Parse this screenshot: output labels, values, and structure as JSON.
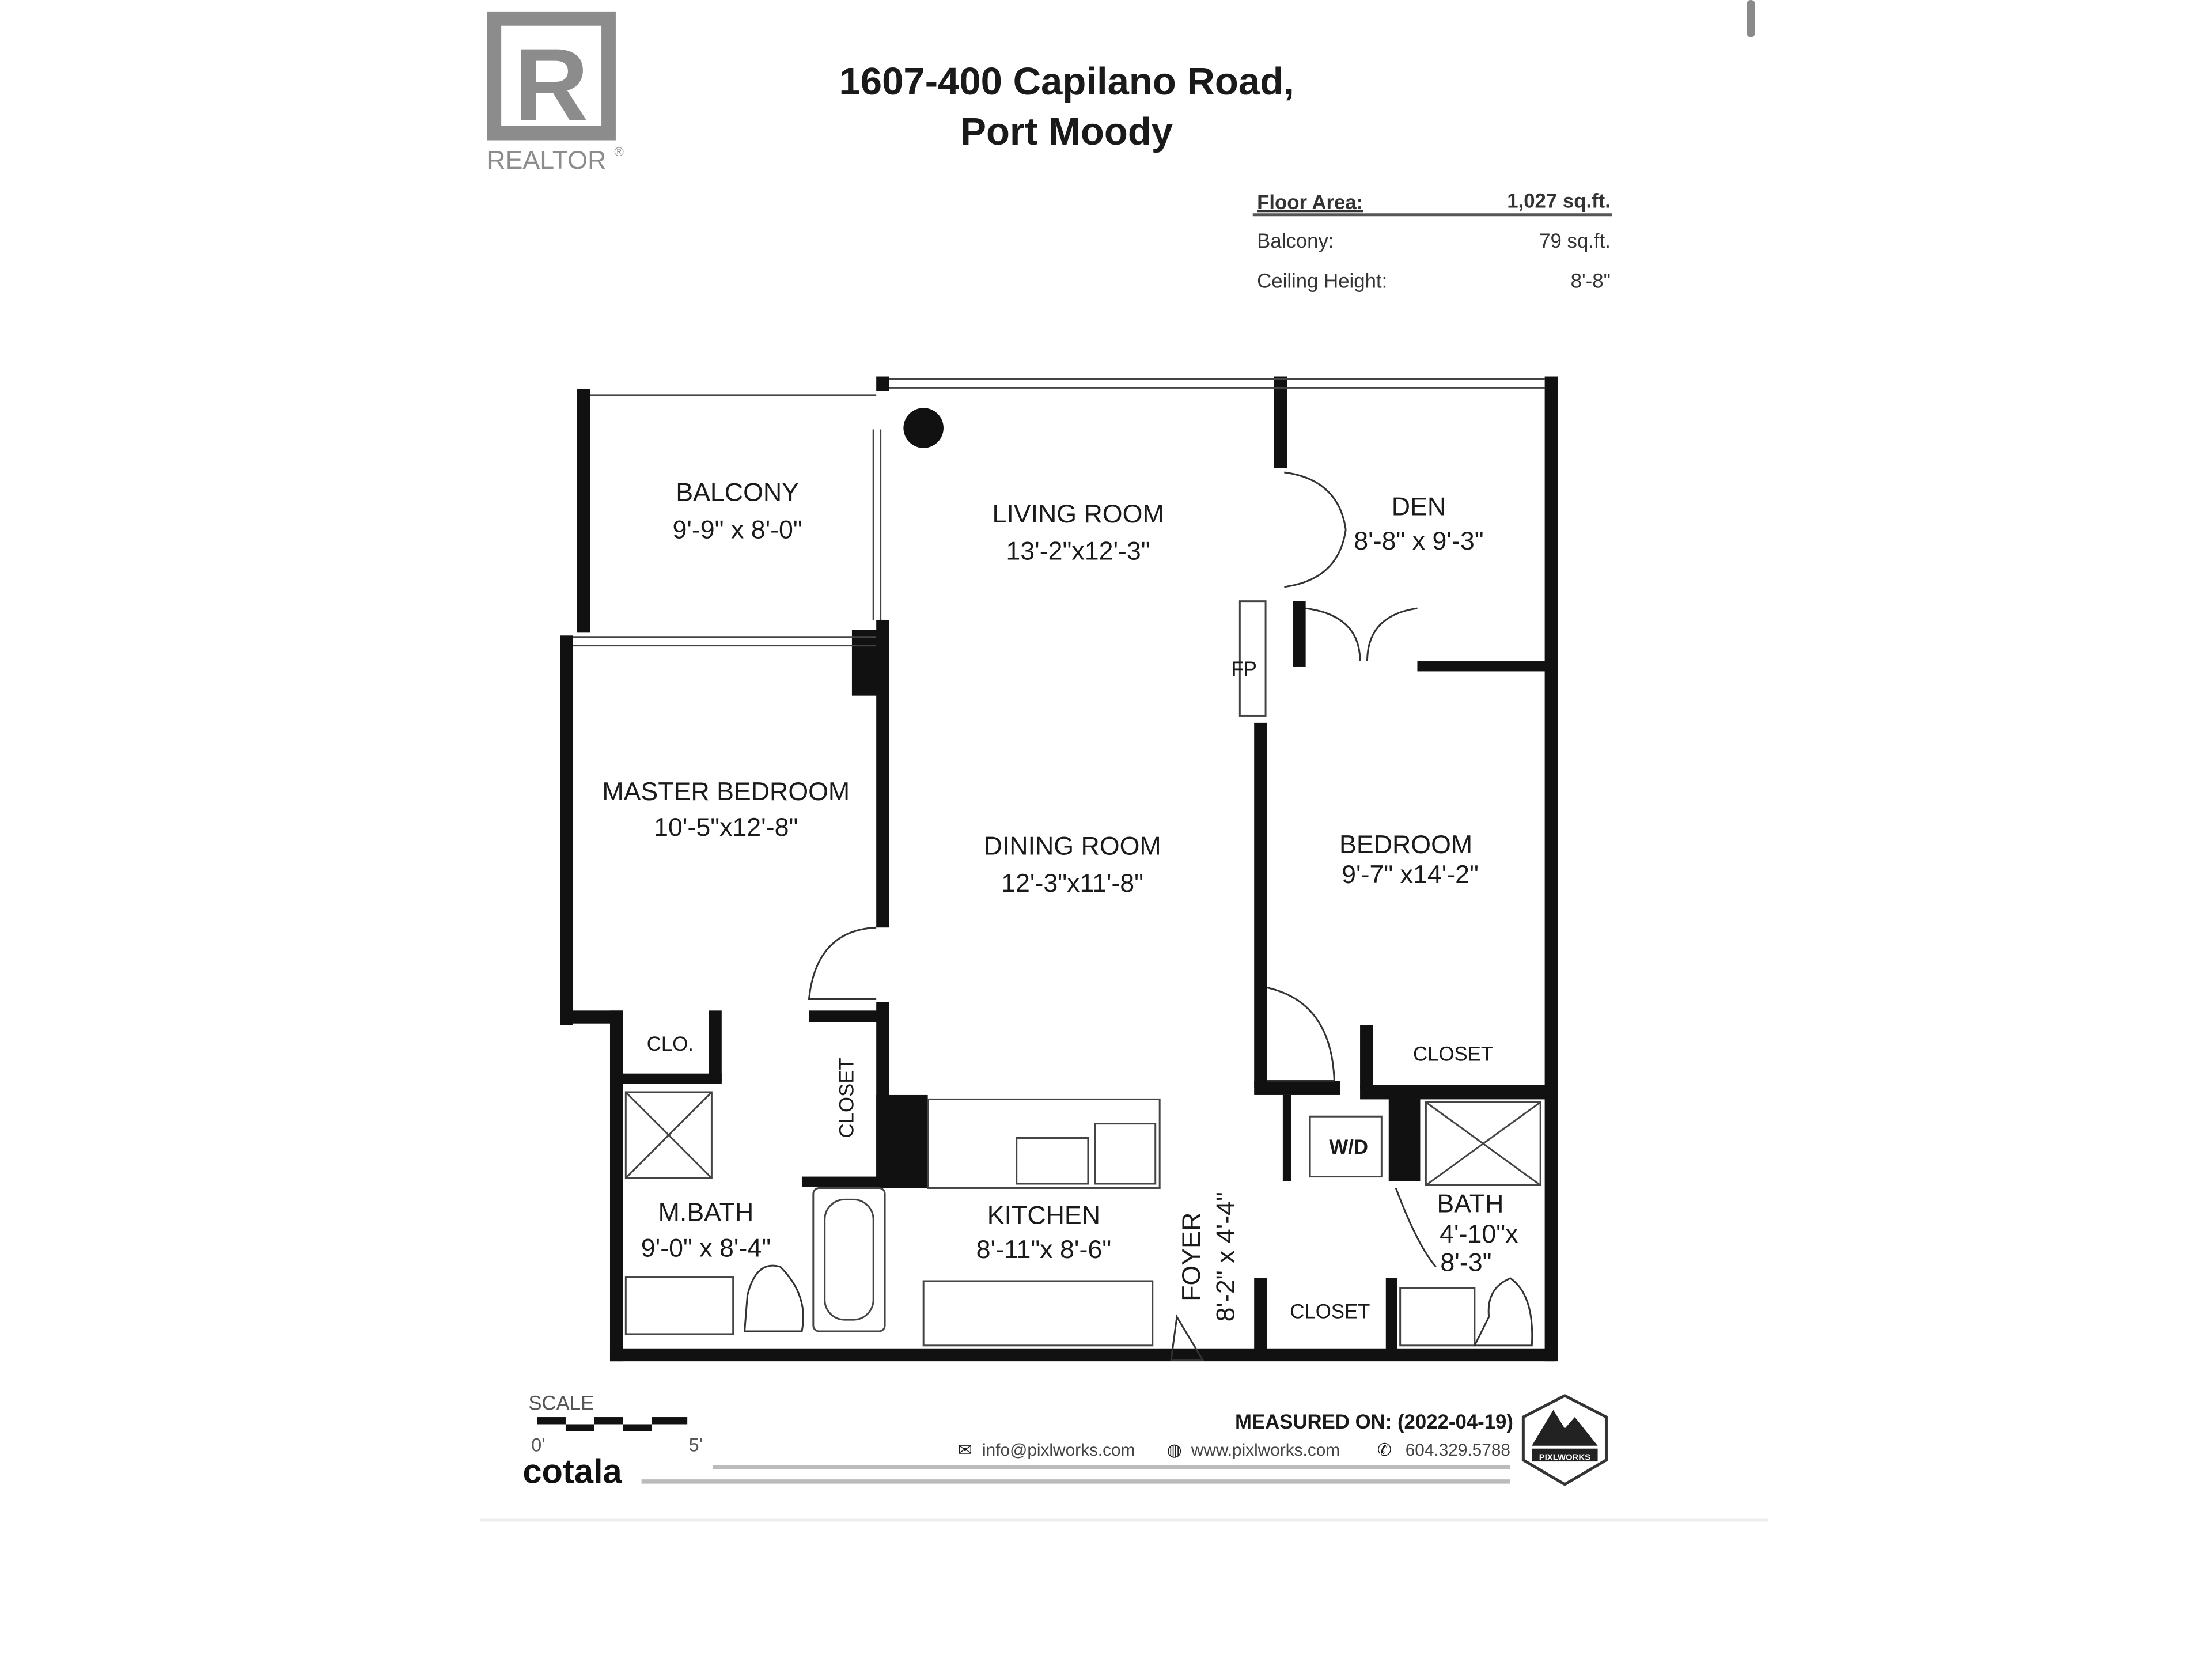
{
  "logo": {
    "brand": "REALTOR",
    "mark": "R",
    "registered": "®"
  },
  "header": {
    "title_line1": "1607-400 Capilano Road,",
    "title_line2": "Port Moody"
  },
  "summary": [
    {
      "label": "Floor Area:",
      "value": "1,027 sq.ft."
    },
    {
      "label": "Balcony:",
      "value": "79 sq.ft."
    },
    {
      "label": "Ceiling Height:",
      "value": "8'-8\""
    }
  ],
  "rooms": {
    "balcony": {
      "name": "BALCONY",
      "size": "9'-9\" x 8'-0\""
    },
    "living": {
      "name": "LIVING ROOM",
      "size": "13'-2\"x12'-3\""
    },
    "den": {
      "name": "DEN",
      "size": "8'-8\" x 9'-3\""
    },
    "fireplace": {
      "name": "FP"
    },
    "master": {
      "name": "MASTER BEDROOM",
      "size": "10'-5\"x12'-8\""
    },
    "dining": {
      "name": "DINING ROOM",
      "size": "12'-3\"x11'-8\""
    },
    "bedroom": {
      "name": "BEDROOM",
      "size": "9'-7\" x14'-2\""
    },
    "clo": {
      "name": "CLO."
    },
    "closet_bed": {
      "name": "CLOSET"
    },
    "closet_master": {
      "name": "CLOSET"
    },
    "wd": {
      "name": "W/D"
    },
    "mbath": {
      "name": "M.BATH",
      "size": "9'-0\" x 8'-4\""
    },
    "kitchen": {
      "name": "KITCHEN",
      "size": "8'-11\"x 8'-6\""
    },
    "foyer": {
      "name": "FOYER",
      "size": "8'-2\" x 4'-4\""
    },
    "bath": {
      "name": "BATH",
      "size1": "4'-10\"x",
      "size2": "8'-3\""
    },
    "closet_foyer": {
      "name": "CLOSET"
    }
  },
  "footer": {
    "scale_label": "SCALE",
    "scale_start": "0'",
    "scale_end": "5'",
    "brand": "cotala",
    "measured_on": "MEASURED ON: (2022-04-19)",
    "email": "info@pixlworks.com",
    "website": "www.pixlworks.com",
    "phone": "604.329.5788",
    "badge": "PIXLWORKS"
  }
}
